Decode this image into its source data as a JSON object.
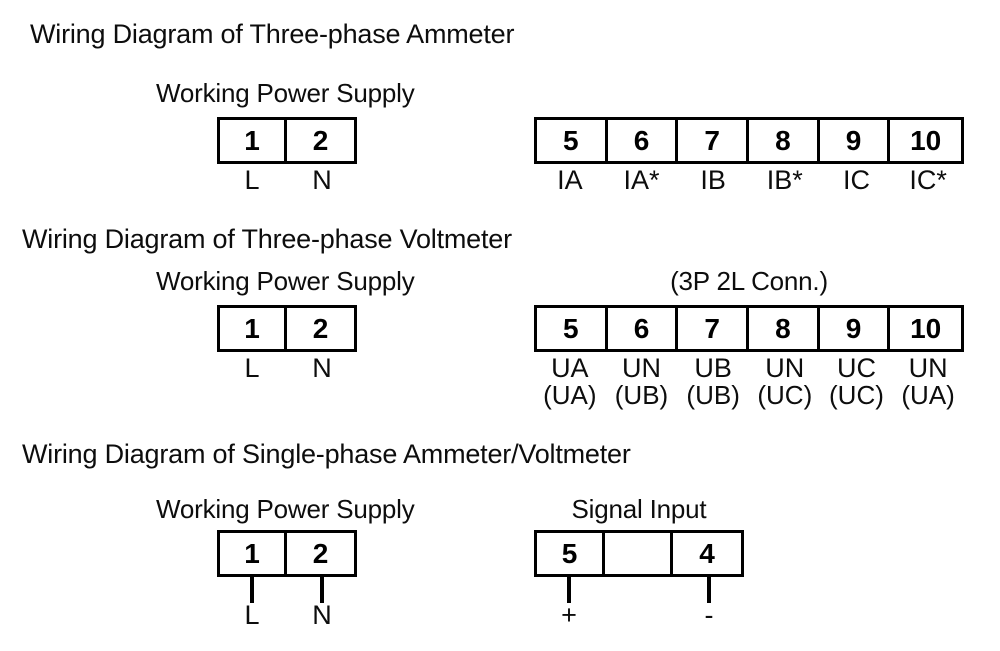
{
  "document": {
    "type": "wiring-diagram-sheet",
    "background_color": "#ffffff",
    "line_color": "#000000"
  },
  "sections": [
    {
      "id": "three-phase-ammeter",
      "title": "Wiring Diagram of Three-phase Ammeter",
      "groups": [
        {
          "id": "power-supply",
          "caption": "Working Power Supply",
          "terminals": [
            "1",
            "2"
          ],
          "labels": [
            "L",
            "N"
          ],
          "sub_labels": [],
          "lead_lines": false
        },
        {
          "id": "current-input",
          "caption": "",
          "terminals": [
            "5",
            "6",
            "7",
            "8",
            "9",
            "10"
          ],
          "labels": [
            "IA",
            "IA*",
            "IB",
            "IB*",
            "IC",
            "IC*"
          ],
          "sub_labels": [],
          "lead_lines": false
        }
      ]
    },
    {
      "id": "three-phase-voltmeter",
      "title": "Wiring Diagram of Three-phase Voltmeter",
      "groups": [
        {
          "id": "power-supply",
          "caption": "Working Power Supply",
          "terminals": [
            "1",
            "2"
          ],
          "labels": [
            "L",
            "N"
          ],
          "sub_labels": [],
          "lead_lines": false
        },
        {
          "id": "voltage-input",
          "caption": "(3P 2L Conn.)",
          "terminals": [
            "5",
            "6",
            "7",
            "8",
            "9",
            "10"
          ],
          "labels": [
            "UA",
            "UN",
            "UB",
            "UN",
            "UC",
            "UN"
          ],
          "sub_labels": [
            "(UA)",
            "(UB)",
            "(UB)",
            "(UC)",
            "(UC)",
            "(UA)"
          ],
          "lead_lines": false
        }
      ]
    },
    {
      "id": "single-phase-ammeter-voltmeter",
      "title": "Wiring Diagram of Single-phase Ammeter/Voltmeter",
      "groups": [
        {
          "id": "power-supply",
          "caption": "Working Power Supply",
          "terminals": [
            "1",
            "2"
          ],
          "labels": [
            "L",
            "N"
          ],
          "sub_labels": [],
          "lead_lines": true
        },
        {
          "id": "signal-input",
          "caption": "Signal Input",
          "terminals": [
            "5",
            "",
            "4"
          ],
          "labels": [
            "+",
            "",
            "-"
          ],
          "sub_labels": [],
          "lead_lines": true
        }
      ]
    }
  ]
}
